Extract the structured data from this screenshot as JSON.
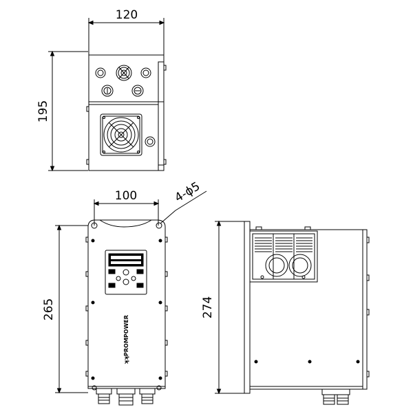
{
  "dimensions": {
    "top_width": "120",
    "top_height": "195",
    "front_width": "100",
    "front_height": "265",
    "side_height": "274",
    "holes": "4-ϕ5"
  },
  "brand": {
    "name": "PROMPOWER",
    "logo_mark": "ʞʞ"
  },
  "colors": {
    "line": "#000000",
    "background": "#ffffff"
  },
  "icons": [
    "fan-icon",
    "cable-gland-icon",
    "screw-icon",
    "keypad-icon",
    "heatsink-icon"
  ]
}
